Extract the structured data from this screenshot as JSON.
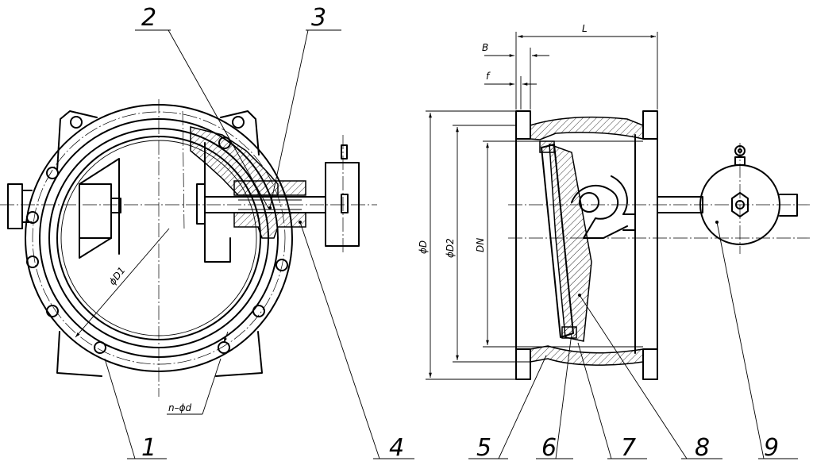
{
  "callouts": [
    "1",
    "2",
    "3",
    "4",
    "5",
    "6",
    "7",
    "8",
    "9"
  ],
  "dimensions": {
    "L": "L",
    "B": "B",
    "f": "f",
    "D": "ϕD",
    "D2": "ϕD2",
    "DN": "DN",
    "D1": "ϕD1",
    "holes": "n–ϕd"
  }
}
